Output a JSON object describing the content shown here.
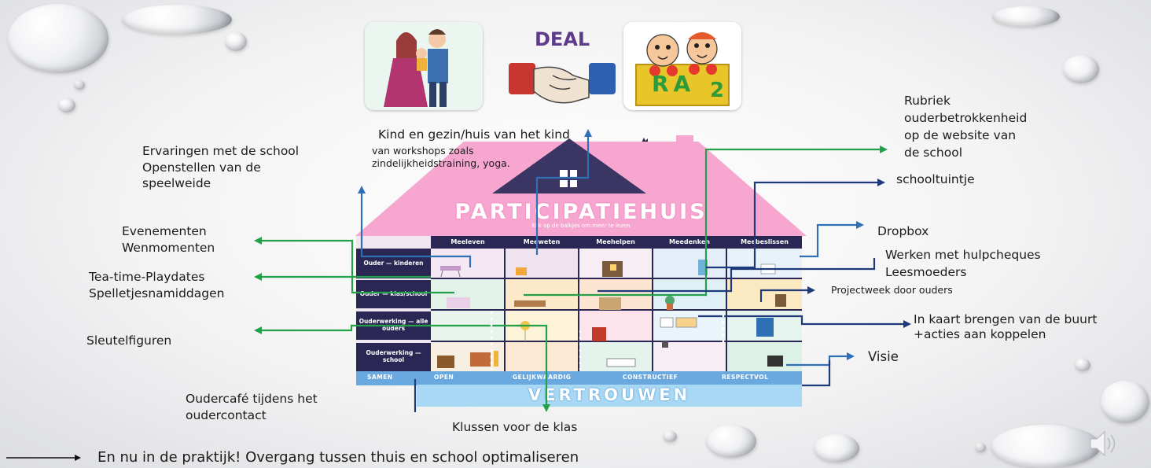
{
  "header": {
    "deal_label": "DEAL",
    "ra_label": "RA",
    "ra_exponent": "2"
  },
  "house": {
    "title": "PARTICIPATIEHUIS",
    "subtitle": "Klik op de balkjes om meer te lezen",
    "columns": [
      "Meeleven",
      "Meeweten",
      "Meehelpen",
      "Meedenken",
      "Meebeslissen"
    ],
    "rows": [
      "Ouder — kinderen",
      "Ouder — klas/school",
      "Ouderwerking — alle ouders",
      "Ouderwerking — school"
    ],
    "values": [
      "SAMEN",
      "OPEN",
      "GELIJKWAARDIG",
      "CONSTRUCTIEF",
      "RESPECTVOL"
    ],
    "foundation": "VERTROUWEN"
  },
  "left_labels": {
    "ervaringen": [
      "Ervaringen met de school",
      "Openstellen van de",
      "speelweide"
    ],
    "evenementen": [
      "Evenementen",
      "Wenmomenten"
    ],
    "teatime": [
      "Tea-time-Playdates",
      "Spelletjesnamiddagen"
    ],
    "sleutel": "Sleutelfiguren",
    "oudercafe": [
      "Oudercafé tijdens het",
      "oudercontact"
    ]
  },
  "top_labels": {
    "kind": "Kind en gezin/huis van het kind",
    "workshops": [
      "van workshops zoals",
      "zindelijkheidstraining, yoga."
    ]
  },
  "right_labels": {
    "rubriek": [
      "Rubriek",
      "ouderbetrokkenheid",
      "op de website van",
      "de school"
    ],
    "schooltuin": "schooltuintje",
    "dropbox": "Dropbox",
    "hulpcheques": "Werken met hulpcheques",
    "leesmoeders": "Leesmoeders",
    "projectweek": "Projectweek door ouders",
    "kaart": [
      "In kaart brengen van de buurt",
      "+acties aan koppelen"
    ],
    "visie": "Visie"
  },
  "bottom_labels": {
    "klussen": "Klussen voor de klas",
    "footer": "En nu in de praktijk! Overgang tussen thuis en school optimaliseren"
  },
  "colors": {
    "green_arrow": "#22a04a",
    "blue_arrow": "#2e6fb5",
    "navy_arrow": "#1f3a7a",
    "roof_pink": "#f7a6cf",
    "house_navy": "#2a2754"
  }
}
